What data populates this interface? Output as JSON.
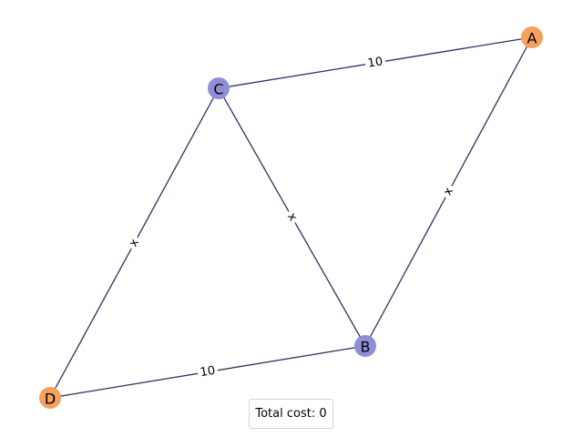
{
  "graph": {
    "nodes": [
      {
        "id": "A",
        "label": "A",
        "color": "#f5a05e"
      },
      {
        "id": "B",
        "label": "B",
        "color": "#8f8fd8"
      },
      {
        "id": "C",
        "label": "C",
        "color": "#8f8fd8"
      },
      {
        "id": "D",
        "label": "D",
        "color": "#f5a05e"
      }
    ],
    "edges": [
      {
        "from": "C",
        "to": "A",
        "label": "10"
      },
      {
        "from": "A",
        "to": "B",
        "label": "x"
      },
      {
        "from": "C",
        "to": "B",
        "label": "x"
      },
      {
        "from": "C",
        "to": "D",
        "label": "x"
      },
      {
        "from": "D",
        "to": "B",
        "label": "10"
      }
    ]
  },
  "status": {
    "total_cost": "Total cost: 0"
  },
  "colors": {
    "edge": "#2b3161",
    "endpoint_node": "#f5a05e",
    "inner_node": "#8f8fd8"
  }
}
